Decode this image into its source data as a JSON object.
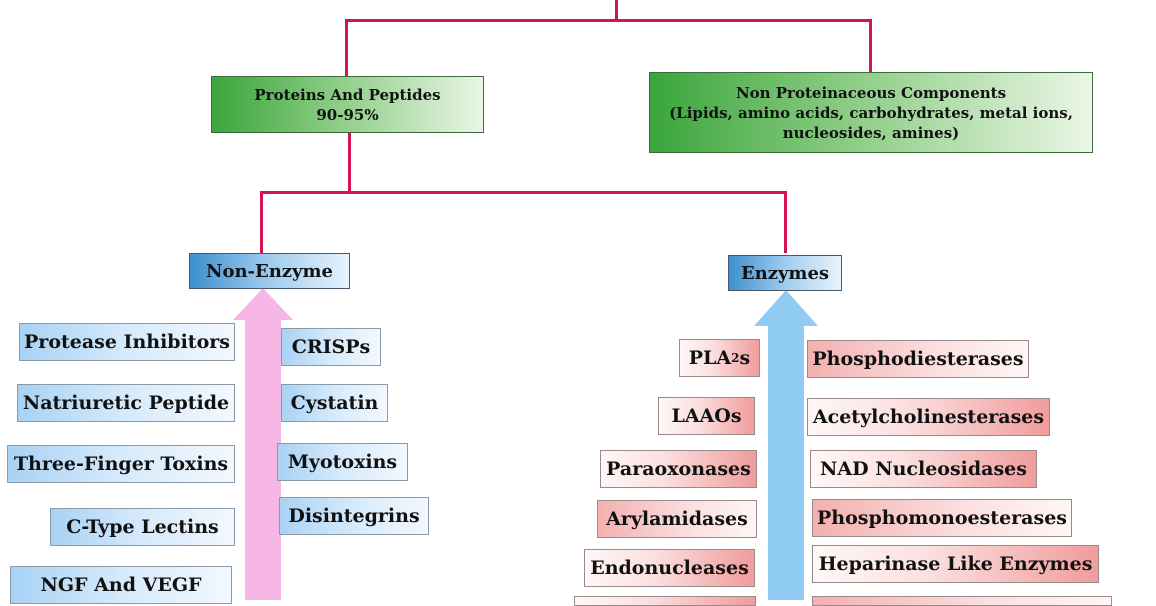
{
  "top": {
    "proteins": {
      "title": "Proteins And Peptides",
      "percent": "90-95%"
    },
    "nonprotein": {
      "line1": "Non Proteinaceous Components",
      "line2": "(Lipids, amino acids, carbohydrates, metal ions,",
      "line3": "nucleosides, amines)"
    }
  },
  "headers": {
    "non_enzyme": "Non-Enzyme",
    "enzymes": "Enzymes"
  },
  "non_enzyme_left": [
    "Protease Inhibitors",
    "Natriuretic Peptide",
    "Three-Finger Toxins",
    "C-Type Lectins",
    "NGF And VEGF"
  ],
  "non_enzyme_right": [
    "CRISPs",
    "Cystatin",
    "Myotoxins",
    "Disintegrins"
  ],
  "enzymes_left": {
    "pla2s": {
      "base": "PLA",
      "sub": "2",
      "tail": "s"
    },
    "items": [
      "LAAOs",
      "Paraoxonases",
      "Arylamidases",
      "Endonucleases"
    ]
  },
  "enzymes_right": [
    "Phosphodiesterases",
    "Acetylcholinesterases",
    "NAD Nucleosidases",
    "Phosphomonoesterases",
    "Heparinase Like Enzymes"
  ],
  "colors": {
    "connector": "#d4125a",
    "arrow_left": "#f6b6e6",
    "arrow_right": "#8fcbf3"
  }
}
